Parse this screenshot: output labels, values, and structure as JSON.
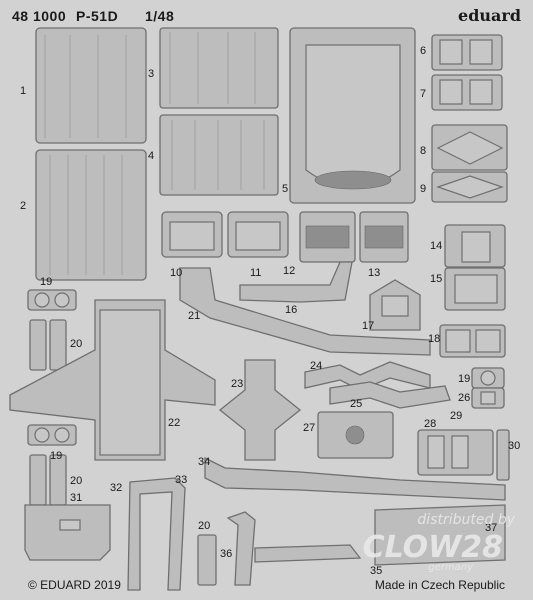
{
  "header": {
    "code": "48 1000",
    "model": "P-51D",
    "scale": "1/48",
    "brand": "eduard"
  },
  "footer": {
    "copyright": "© EDUARD 2019",
    "origin": "Made in Czech Republic"
  },
  "watermark": {
    "line1": "distributed by",
    "line2": "CLOW28",
    "line3": "germany"
  },
  "parts": {
    "p1": "1",
    "p2": "2",
    "p3": "3",
    "p4": "4",
    "p5": "5",
    "p6": "6",
    "p7": "7",
    "p8": "8",
    "p9": "9",
    "p10": "10",
    "p11": "11",
    "p12": "12",
    "p13": "13",
    "p14": "14",
    "p15": "15",
    "p16": "16",
    "p17": "17",
    "p18": "18",
    "p19a": "19",
    "p19b": "19",
    "p19c": "19",
    "p20a": "20",
    "p20b": "20",
    "p20c": "20",
    "p21": "21",
    "p22": "22",
    "p23": "23",
    "p24": "24",
    "p25": "25",
    "p26": "26",
    "p27": "27",
    "p28": "28",
    "p29": "29",
    "p30": "30",
    "p31": "31",
    "p32": "32",
    "p33": "33",
    "p34": "34",
    "p35": "35",
    "p36": "36",
    "p37": "37"
  }
}
